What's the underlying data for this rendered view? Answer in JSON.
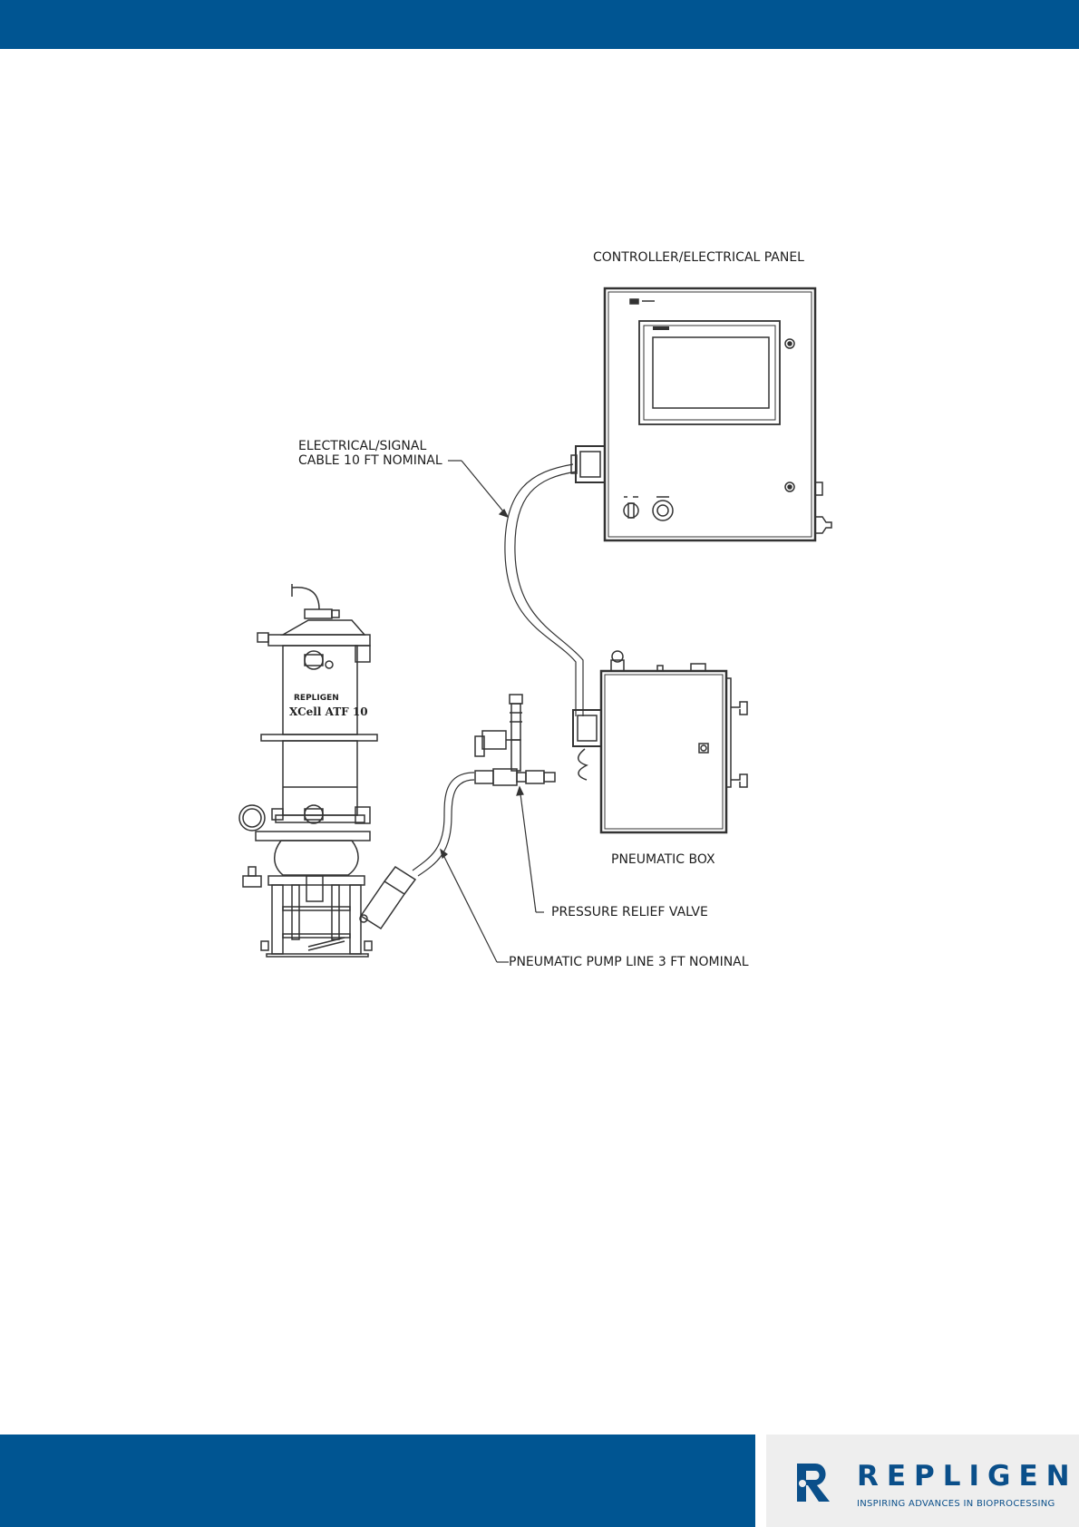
{
  "labels": {
    "controller_panel": "CONTROLLER/ELECTRICAL PANEL",
    "electrical_cable_line1": "ELECTRICAL/SIGNAL",
    "electrical_cable_line2": "CABLE 10 FT NOMINAL",
    "pneumatic_box": "PNEUMATIC BOX",
    "pressure_relief_valve": "PRESSURE RELIEF VALVE",
    "pneumatic_pump_line": "PNEUMATIC PUMP LINE 3 FT NOMINAL"
  },
  "device": {
    "brand_line": "REPLIGEN",
    "model_line": "XCell ATF 10"
  },
  "footer": {
    "brand": "REPLIGEN",
    "tagline": "INSPIRING ADVANCES IN BIOPROCESSING"
  },
  "colors": {
    "band": "#005592",
    "brand_text": "#0a4f8a",
    "footer_box": "#eeeeee"
  }
}
